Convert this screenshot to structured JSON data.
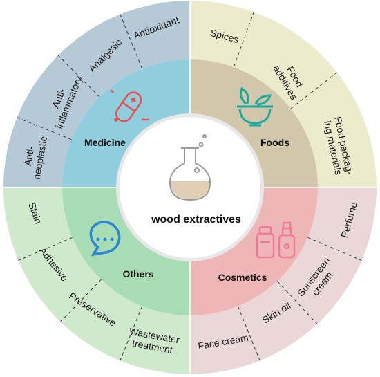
{
  "center": {
    "label": "wood extractives"
  },
  "categories": [
    {
      "name": "Medicine",
      "inner_color": "#90cede",
      "outer_color": "#b6c9d6",
      "outer_items": [
        [
          "Antioxidant"
        ],
        [
          "Analgesic"
        ],
        [
          "Anti-",
          "inflammatory"
        ],
        [
          "Anti-",
          "neoplastic"
        ]
      ]
    },
    {
      "name": "Foods",
      "inner_color": "#d2c6ab",
      "outer_color": "#ecebcc",
      "outer_items": [
        [
          "Spices"
        ],
        [
          "Food",
          "additives"
        ],
        [
          "Food packag-",
          "ing materials"
        ]
      ]
    },
    {
      "name": "Cosmetics",
      "inner_color": "#eeb6b6",
      "outer_color": "#ead8d8",
      "outer_items": [
        [
          "Perfume"
        ],
        [
          "Sunscreen",
          "cream"
        ],
        [
          "Skin oil"
        ],
        [
          "Face cream"
        ]
      ]
    },
    {
      "name": "Others",
      "inner_color": "#a8dcb4",
      "outer_color": "#cfe9cd",
      "outer_items": [
        [
          "Wastewater",
          "treatment"
        ],
        [
          "Preservative"
        ],
        [
          "Adhesive"
        ],
        [
          "Stain"
        ]
      ]
    }
  ],
  "colors": {
    "center_fill": "#ffffff",
    "center_ring": "#e8e8e8",
    "divider": "#3a3a3a",
    "medicine_icon": "#e84d52",
    "foods_icon": "#1aa99c",
    "cosmetics_icon": "#f07a94",
    "others_icon": "#2b86d6",
    "flask": "#9a9a9a",
    "flask_liquid": "#e0cfb5"
  },
  "icons": {
    "medicine": "pill-capsule-icon",
    "foods": "salad-bowl-icon",
    "cosmetics": "cosmetic-bottles-icon",
    "others": "chat-bubble-icon",
    "center": "flask-icon"
  }
}
